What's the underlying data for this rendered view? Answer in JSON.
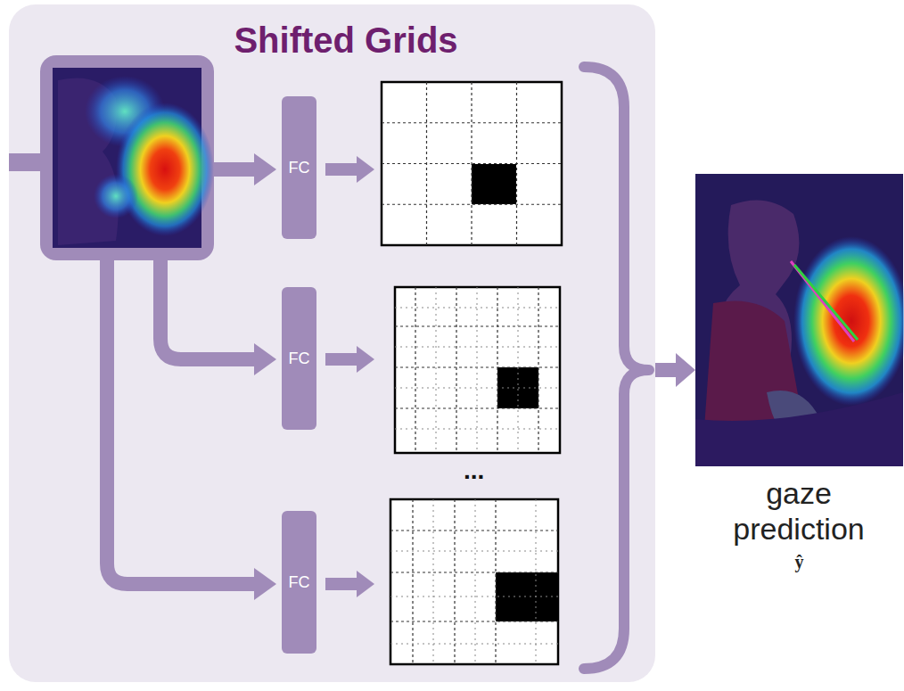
{
  "diagram": {
    "nodes": [
      {
        "text": [
          "Shifted Grids"
        ]
      },
      {
        "text": [
          "FC"
        ],
        "in": 0
      },
      {
        "text": [
          "FC"
        ],
        "in": 0
      },
      {
        "text": [
          "FC"
        ],
        "in": 0
      },
      {
        "text": [
          "gaze prediction",
          "ŷ"
        ]
      }
    ],
    "edges": [
      {
        "from": 0,
        "to": 4,
        "arrow": "to"
      }
    ],
    "labels": [
      "..."
    ]
  }
}
